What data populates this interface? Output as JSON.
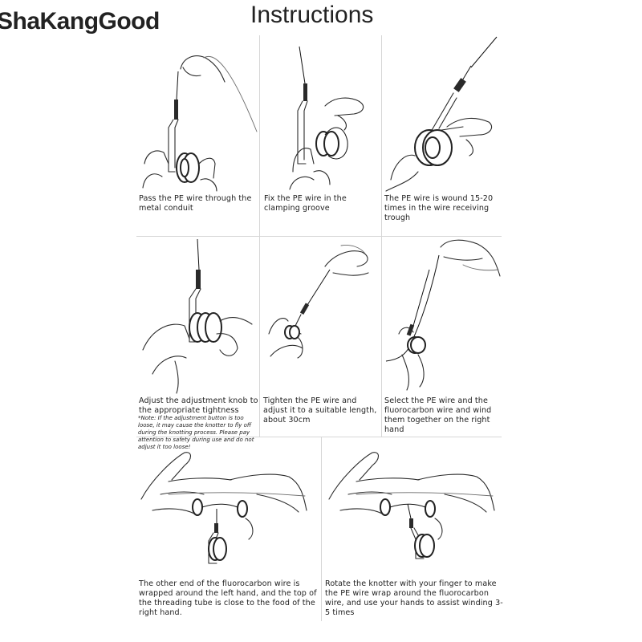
{
  "header": {
    "brand": "ShaKangGood",
    "title": "Instructions"
  },
  "steps": [
    {
      "caption": "Pass the PE wire through the metal conduit"
    },
    {
      "caption": "Fix the PE wire in the clamping groove"
    },
    {
      "caption": "The PE wire is wound 15-20 times in the wire receiving trough"
    },
    {
      "caption": "Adjust the adjustment knob to the appropriate tightness",
      "note": "*Note: If the adjustment button is too loose, it may cause the knotter to fly off during the knotting process. Please pay attention to safety during use and do not adjust it too loose!"
    },
    {
      "caption": "Tighten the PE wire and adjust it to a suitable length, about 30cm"
    },
    {
      "caption": "Select the PE wire and the fluorocarbon wire and wind them together on the right hand"
    },
    {
      "caption": "The other end of the fluorocarbon wire is wrapped around the left hand, and the top of the threading tube is close to the food of the right hand."
    },
    {
      "caption": "Rotate the knotter with your finger to make the PE wire wrap around the fluorocarbon wire, and use your hands to assist winding 3-5 times"
    }
  ]
}
